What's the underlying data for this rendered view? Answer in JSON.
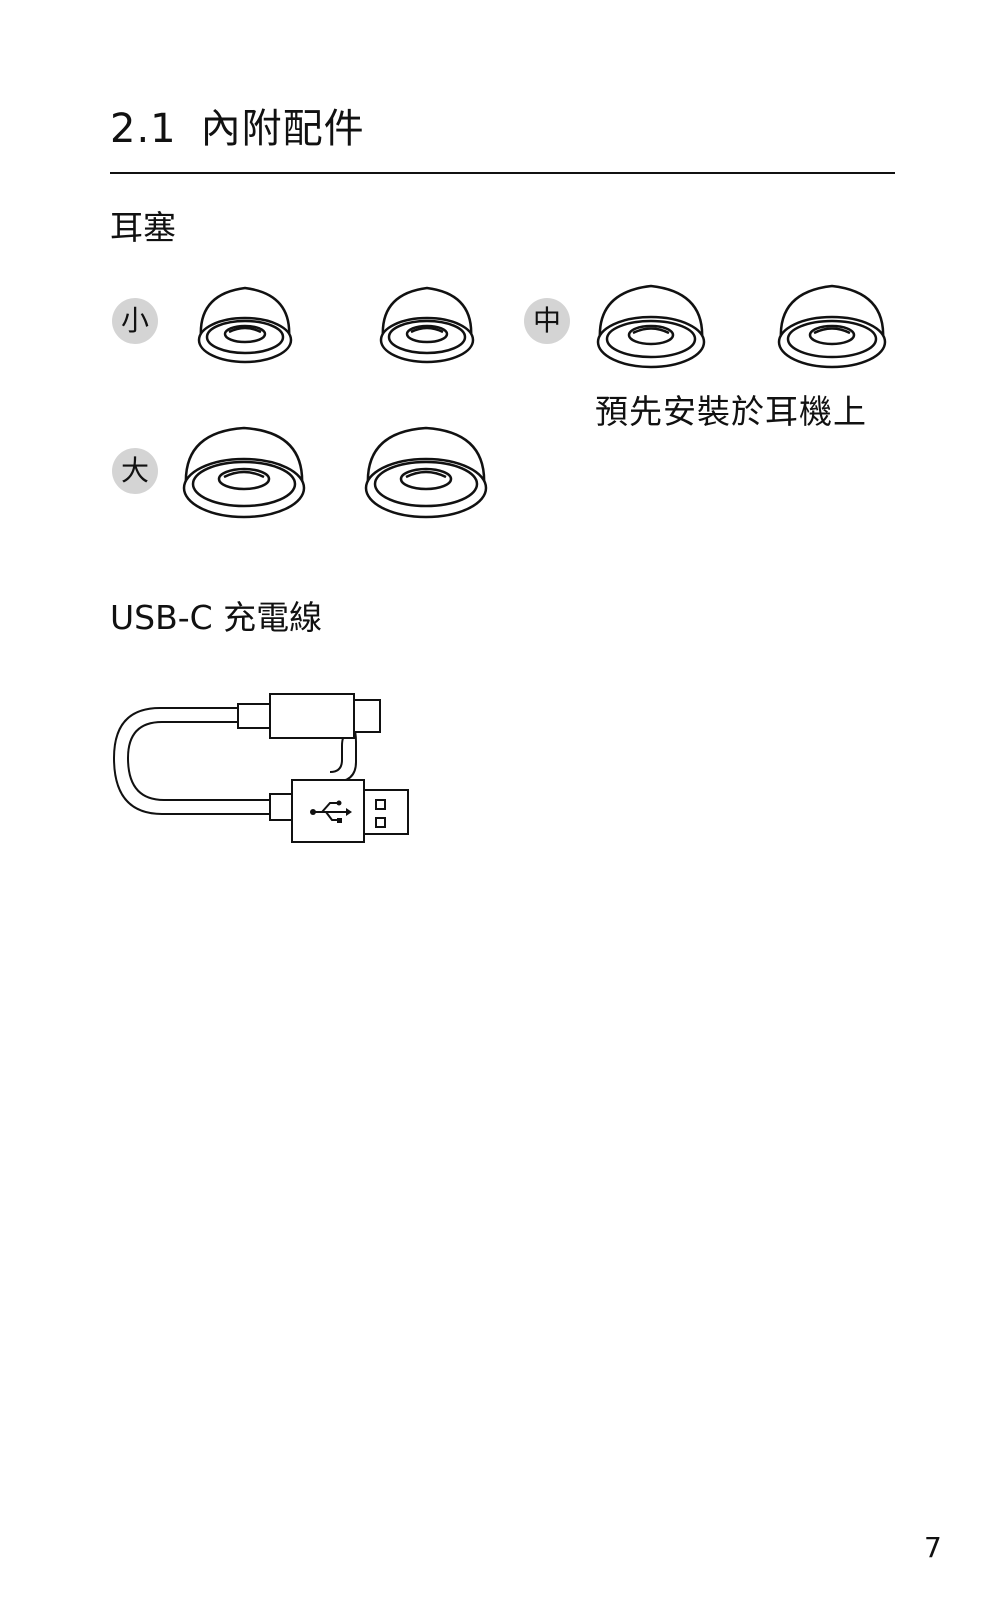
{
  "section": {
    "number": "2.1",
    "title": "內附配件"
  },
  "eartips": {
    "heading": "耳塞",
    "sizes": {
      "small": "小",
      "medium": "中",
      "large": "大"
    },
    "preinstalled_note": "預先安裝於耳機上"
  },
  "cable": {
    "heading": "USB-C 充電線"
  },
  "page_number": "7"
}
